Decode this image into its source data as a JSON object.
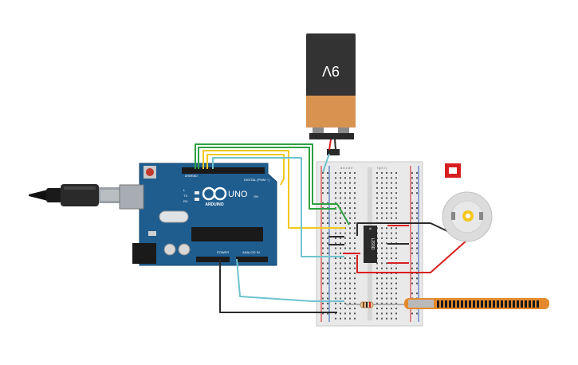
{
  "battery": {
    "label": "9V"
  },
  "arduino": {
    "logo_text": "ARDUINO",
    "model": "UNO",
    "digital_label": "DIGITAL (PWM ~)",
    "power_label": "POWER",
    "analog_label": "ANALOG IN",
    "tx_label": "TX",
    "rx_label": "RX",
    "l_label": "L",
    "on_label": "ON",
    "aref_label": "AREF",
    "gnd_label": "GND"
  },
  "breadboard": {
    "col_letters_left": "a b c d e",
    "col_letters_right": "f g h i j"
  },
  "ic": {
    "label": "L293D"
  },
  "colors": {
    "board_blue": "#1f5d8f",
    "breadboard": "#e9e9e9",
    "rail_red": "#d62020",
    "rail_blue": "#2b5fb3",
    "wire_green": "#2ea043",
    "wire_yellow": "#f2c81d",
    "wire_teal": "#6dc4cf",
    "wire_black": "#2a2a2a",
    "wire_red": "#d81f1f",
    "battery_orange": "#d99350",
    "battery_black": "#333333",
    "flex_sensor": "#e58a2c"
  },
  "icons": [
    "usb-cable-icon",
    "nine-volt-battery-icon",
    "dc-motor-icon",
    "slide-switch-icon",
    "flex-sensor-icon",
    "resistor-icon",
    "motor-driver-ic-icon"
  ]
}
